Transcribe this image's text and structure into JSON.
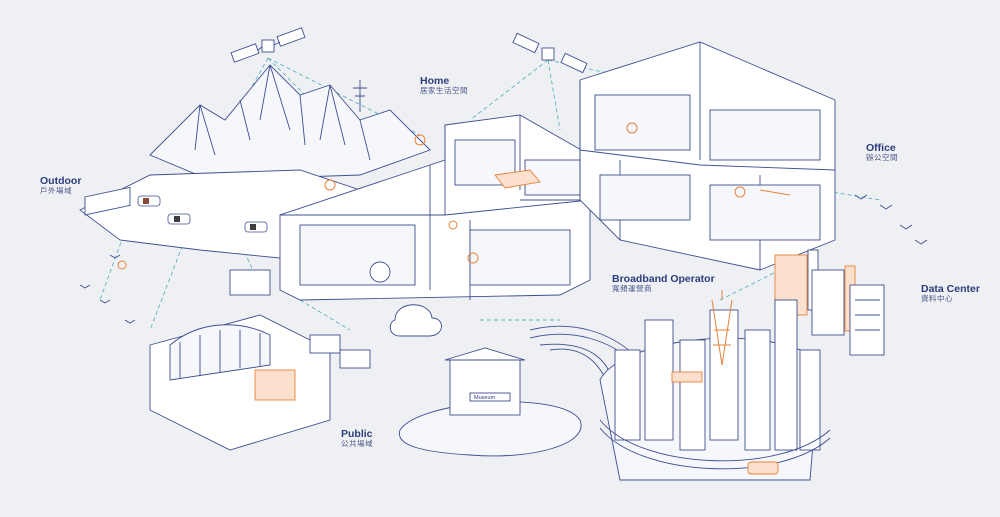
{
  "zones": [
    {
      "id": "home",
      "title": "Home",
      "subtitle": "居家生活空間"
    },
    {
      "id": "office",
      "title": "Office",
      "subtitle": "辦公空間"
    },
    {
      "id": "outdoor",
      "title": "Outdoor",
      "subtitle": "戶外場域"
    },
    {
      "id": "broadband",
      "title": "Broadband Operator",
      "subtitle": "寬頻運營商"
    },
    {
      "id": "datacenter",
      "title": "Data Center",
      "subtitle": "資料中心"
    },
    {
      "id": "public",
      "title": "Public",
      "subtitle": "公共場域"
    }
  ],
  "signs": {
    "museum": "Museum"
  },
  "colors": {
    "line": "#3d4f8f",
    "accent": "#e9823a",
    "signal": "#5bb3bf",
    "background": "#eef0f4"
  }
}
